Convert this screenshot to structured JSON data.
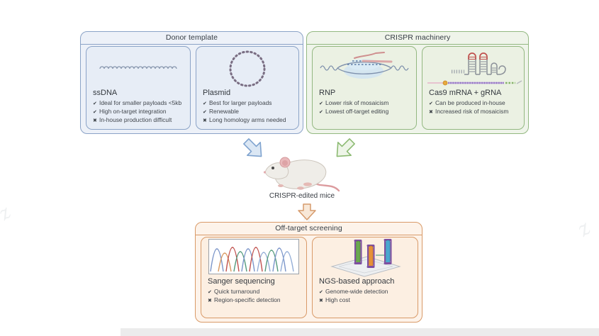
{
  "panels": {
    "donor": {
      "title": "Donor template",
      "cards": [
        {
          "title": "ssDNA",
          "icon": "ssdna-wave-icon",
          "bullets": [
            {
              "mark": "✔",
              "text": "Ideal for smaller payloads <5kb"
            },
            {
              "mark": "✔",
              "text": "High on-target integration"
            },
            {
              "mark": "✖",
              "text": "In-house production difficult"
            }
          ]
        },
        {
          "title": "Plasmid",
          "icon": "plasmid-icon",
          "bullets": [
            {
              "mark": "✔",
              "text": "Best for larger payloads"
            },
            {
              "mark": "✔",
              "text": "Renewable"
            },
            {
              "mark": "✖",
              "text": "Long homology arms needed"
            }
          ]
        }
      ]
    },
    "crispr": {
      "title": "CRISPR machinery",
      "cards": [
        {
          "title": "RNP",
          "icon": "rnp-complex-icon",
          "bullets": [
            {
              "mark": "✔",
              "text": "Lower risk of mosaicism"
            },
            {
              "mark": "✔",
              "text": "Lowest off-target editing"
            }
          ]
        },
        {
          "title": "Cas9 mRNA + gRNA",
          "icon": "grna-mrna-icon",
          "bullets": [
            {
              "mark": "✔",
              "text": "Can be produced in-house"
            },
            {
              "mark": "✖",
              "text": "Increased risk of mosaicism"
            }
          ]
        }
      ]
    },
    "offtarget": {
      "title": "Off-target screening",
      "cards": [
        {
          "title": "Sanger sequencing",
          "icon": "chromatogram-icon",
          "bullets": [
            {
              "mark": "✔",
              "text": "Quick turnaround"
            },
            {
              "mark": "✖",
              "text": "Region-specific detection"
            }
          ]
        },
        {
          "title": "NGS-based approach",
          "icon": "ngs-flowcell-icon",
          "bullets": [
            {
              "mark": "✔",
              "text": "Genome-wide detection"
            },
            {
              "mark": "✖",
              "text": "High cost"
            }
          ]
        }
      ]
    }
  },
  "center": {
    "mouse_label": "CRISPR-edited mice"
  },
  "watermarks": [
    "z",
    "z",
    "z"
  ],
  "colors": {
    "donor_accent": "#8ba3c7",
    "crispr_accent": "#93b881",
    "offtarget_accent": "#d99a68",
    "donor_fill": "#e7edf6",
    "crispr_fill": "#ebf1e3",
    "offtarget_fill": "#fcefe2"
  }
}
